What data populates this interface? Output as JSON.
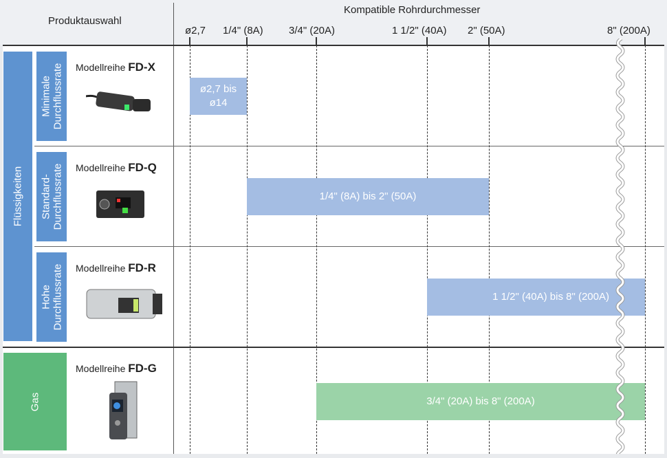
{
  "header": {
    "left_title": "Produktauswahl",
    "right_title": "Kompatible Rohrdurchmesser",
    "ticks": [
      "ø2,7",
      "1/4\" (8A)",
      "3/4\" (20A)",
      "1 1/2\" (40A)",
      "2\" (50A)",
      "8\" (200A)"
    ]
  },
  "categories": {
    "liquids": "Flüssigkeiten",
    "gas": "Gas"
  },
  "rows": [
    {
      "flow_label": "Minimale Durchflussrate",
      "series_prefix": "Modellreihe",
      "series": "FD-X",
      "range": "ø2,7 bis ø14"
    },
    {
      "flow_label": "Standard-Durchflussrate",
      "series_prefix": "Modellreihe",
      "series": "FD-Q",
      "range": "1/4\" (8A) bis 2\" (50A)"
    },
    {
      "flow_label": "Hohe Durchflussrate",
      "series_prefix": "Modellreihe",
      "series": "FD-R",
      "range": "1 1/2\" (40A) bis 8\" (200A)"
    },
    {
      "series_prefix": "Modellreihe",
      "series": "FD-G",
      "range": "3/4\" (20A) bis 8\" (200A)"
    }
  ],
  "colors": {
    "liquid_label": "#5e93d0",
    "liquid_bar": "#a4bde3",
    "gas_label": "#5db97b",
    "gas_bar": "#9bd3a8"
  }
}
